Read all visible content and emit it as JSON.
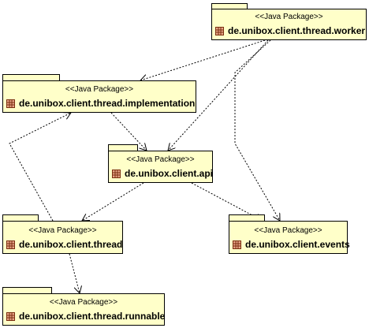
{
  "diagram": {
    "packages": [
      {
        "id": "worker",
        "stereotype": "<<Java Package>>",
        "name": "de.unibox.client.thread.worker",
        "icon": "package-icon"
      },
      {
        "id": "implementation",
        "stereotype": "<<Java Package>>",
        "name": "de.unibox.client.thread.implementation",
        "icon": "package-icon"
      },
      {
        "id": "api",
        "stereotype": "<<Java Package>>",
        "name": "de.unibox.client.api",
        "icon": "package-icon"
      },
      {
        "id": "thread",
        "stereotype": "<<Java Package>>",
        "name": "de.unibox.client.thread",
        "icon": "package-icon"
      },
      {
        "id": "events",
        "stereotype": "<<Java Package>>",
        "name": "de.unibox.client.events",
        "icon": "package-icon"
      },
      {
        "id": "runnable",
        "stereotype": "<<Java Package>>",
        "name": "de.unibox.client.thread.runnable",
        "icon": "package-icon"
      }
    ],
    "dependencies": [
      {
        "from": "worker",
        "to": "implementation"
      },
      {
        "from": "worker",
        "to": "api"
      },
      {
        "from": "worker",
        "to": "events"
      },
      {
        "from": "implementation",
        "to": "api"
      },
      {
        "from": "api",
        "to": "thread"
      },
      {
        "from": "api",
        "to": "events"
      },
      {
        "from": "thread",
        "to": "implementation"
      },
      {
        "from": "thread",
        "to": "runnable"
      }
    ],
    "colors": {
      "package_fill": "#ffffc9",
      "stroke": "#000000",
      "icon_fill": "#e8a487",
      "icon_stroke": "#7a2f10"
    }
  }
}
